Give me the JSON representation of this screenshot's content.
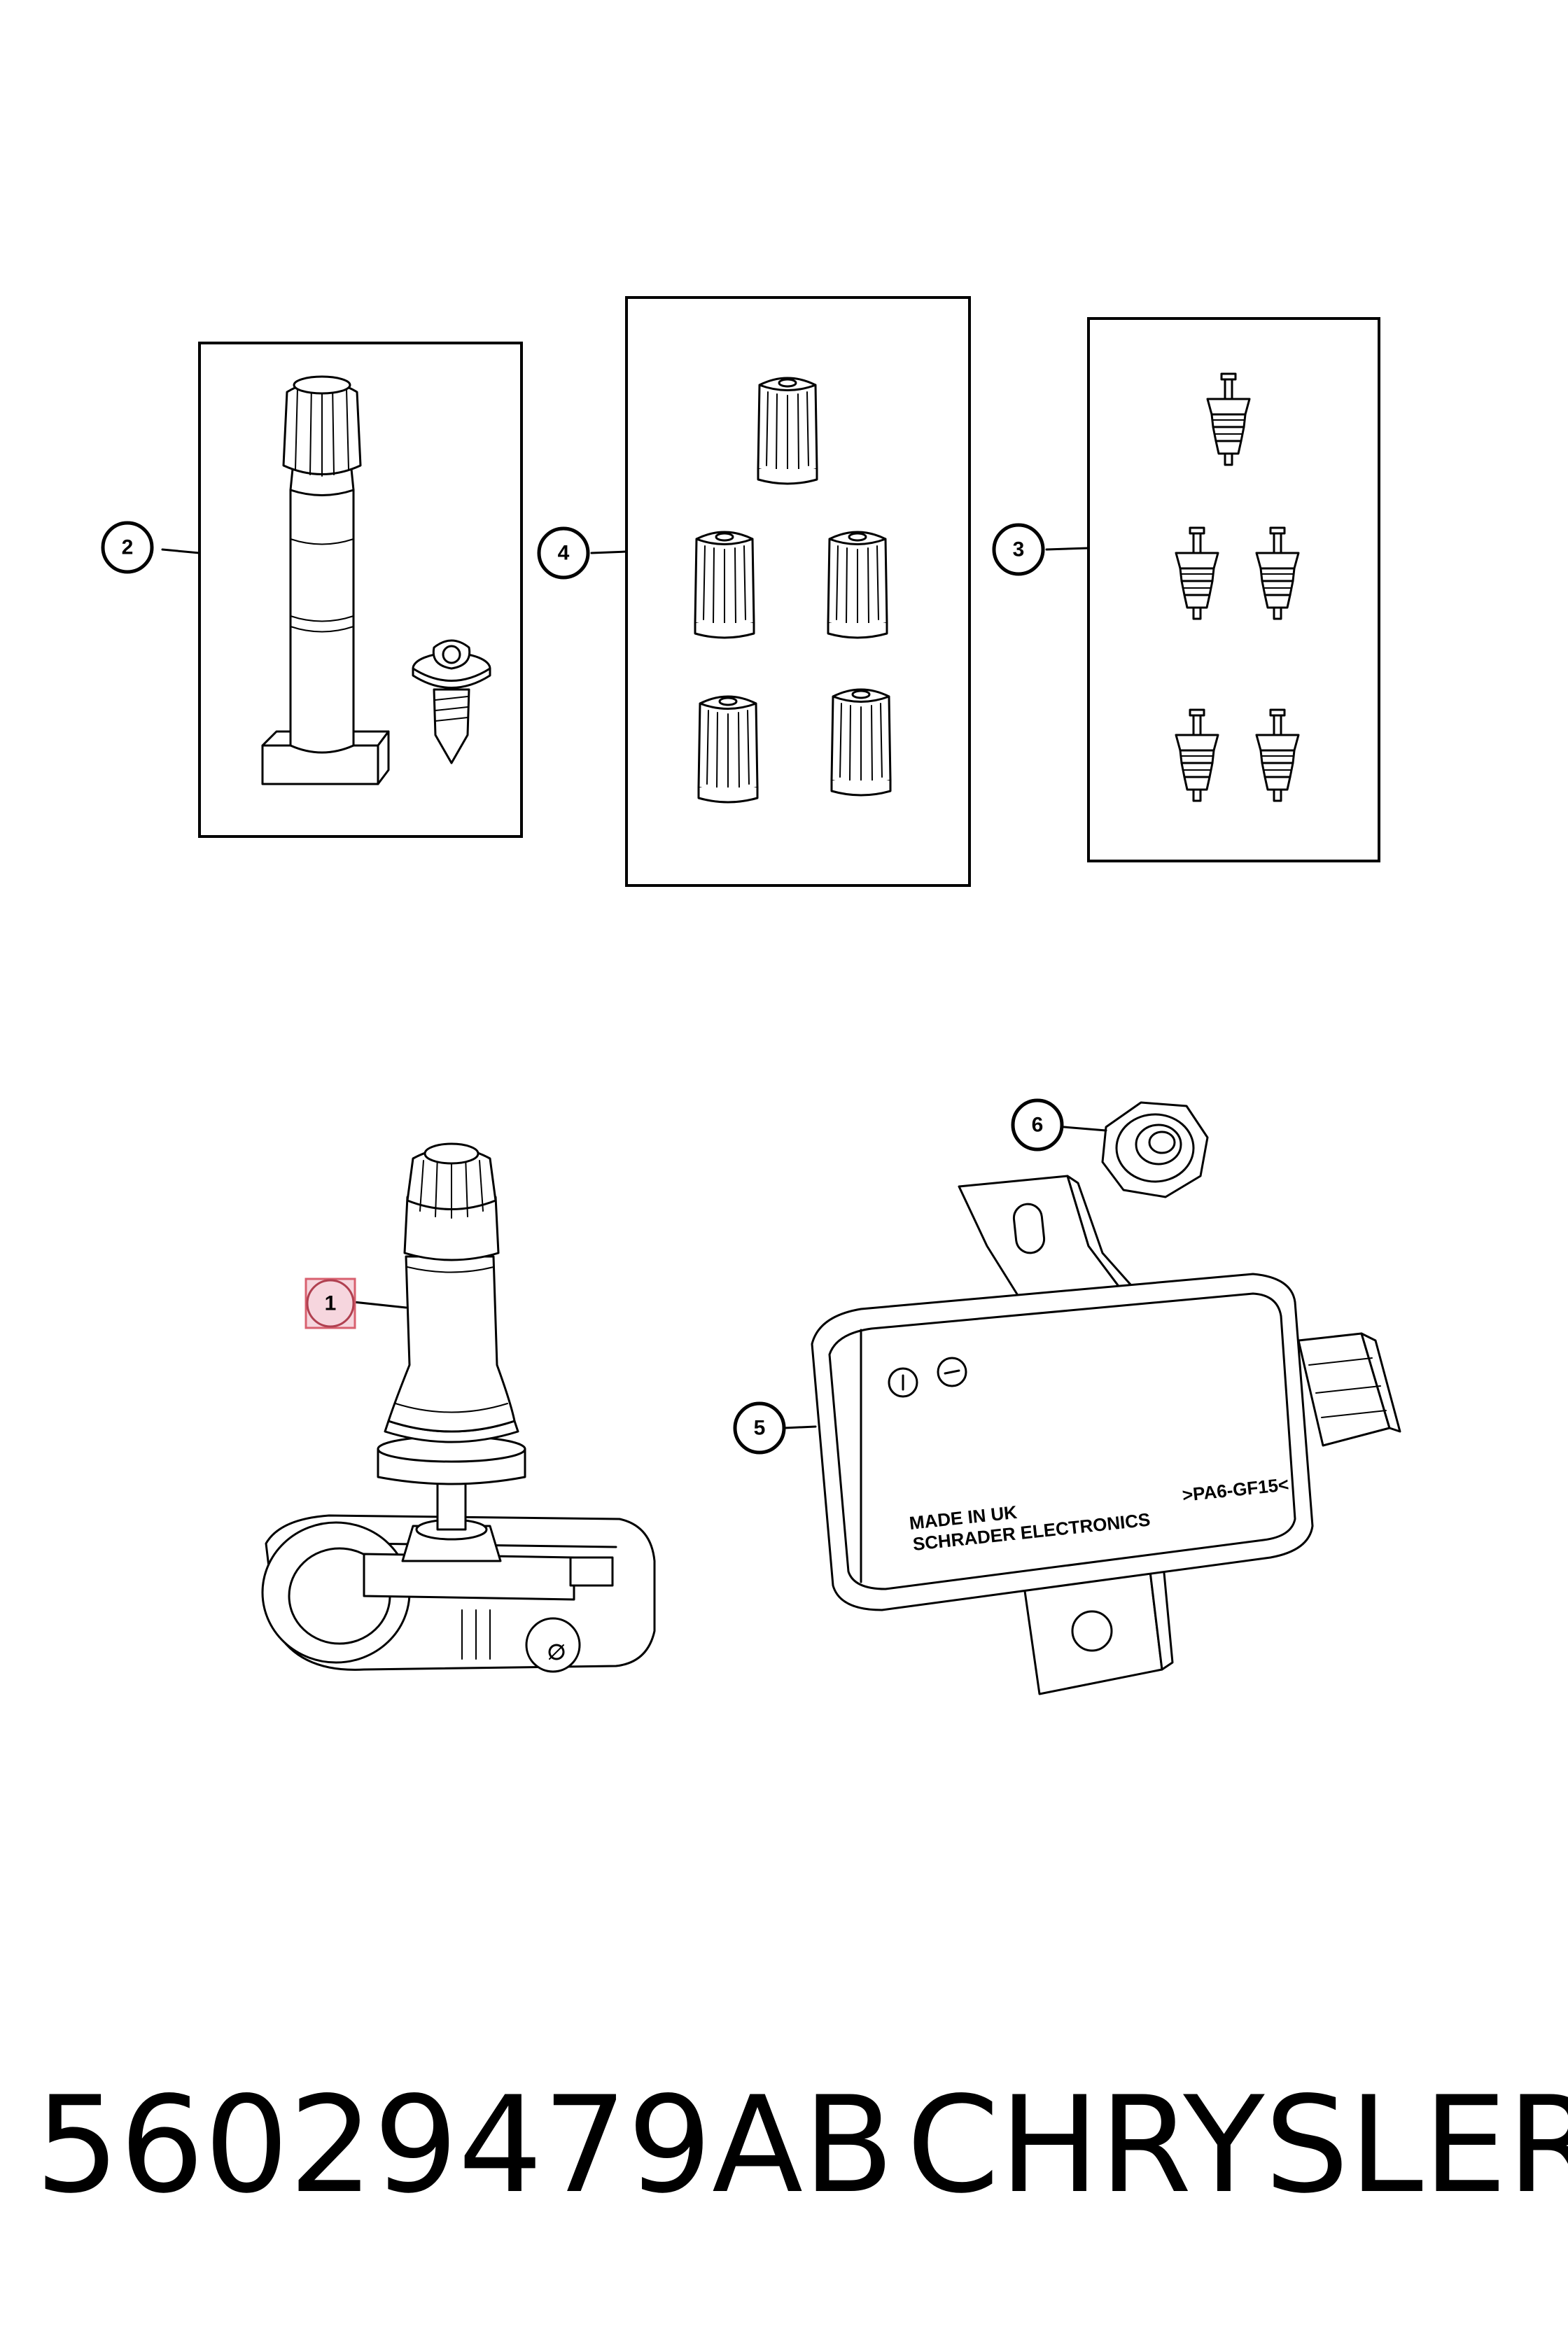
{
  "callouts": {
    "c1": "1",
    "c2": "2",
    "c3": "3",
    "c4": "4",
    "c5": "5",
    "c6": "6"
  },
  "module_text": {
    "made_in": "MADE IN UK",
    "maker": "SCHRADER ELECTRONICS",
    "material": ">PA6-GF15<"
  },
  "footer": {
    "part_number": "56029479AB",
    "brand": "CHRYSLER"
  },
  "colors": {
    "line": "#000000",
    "highlight": "#f6d6de",
    "highlight_border": "#d8606f"
  }
}
